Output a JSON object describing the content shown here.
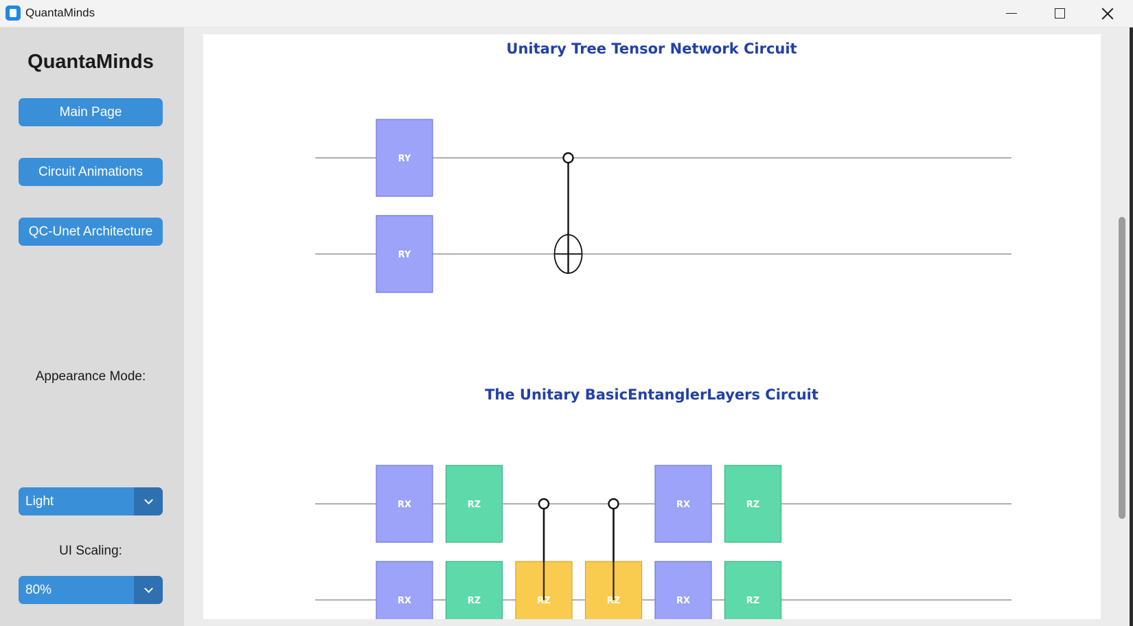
{
  "window": {
    "title": "QuantaMinds"
  },
  "sidebar": {
    "brand": "QuantaMinds",
    "nav": [
      {
        "label": "Main Page"
      },
      {
        "label": "Circuit Animations"
      },
      {
        "label": "QC-Unet Architecture"
      }
    ],
    "appearance_label": "Appearance Mode:",
    "appearance_value": "Light",
    "scaling_label": "UI Scaling:",
    "scaling_value": "80%"
  },
  "colors": {
    "title_blue": "#2140a8",
    "gate_rx_ry": "#9ca3f8",
    "gate_rz": "#5ed9aa",
    "gate_rz_controlled": "#f9cb4f",
    "button_blue": "#3a8fd9"
  },
  "circuits": [
    {
      "title": "Unitary Tree Tensor Network Circuit",
      "gates": [
        {
          "label": "RY",
          "wire": 0,
          "column": 0,
          "kind": "rot"
        },
        {
          "label": "RY",
          "wire": 1,
          "column": 0,
          "kind": "rot"
        }
      ],
      "controls": [
        {
          "column": 2.35,
          "control_wire": 0,
          "target_wire": 1,
          "target": "cnot"
        }
      ]
    },
    {
      "title": "The Unitary BasicEntanglerLayers Circuit",
      "gates": [
        {
          "label": "RX",
          "wire": 0,
          "column": 0,
          "kind": "rot"
        },
        {
          "label": "RZ",
          "wire": 0,
          "column": 1,
          "kind": "rz"
        },
        {
          "label": "RX",
          "wire": 1,
          "column": 0,
          "kind": "rot"
        },
        {
          "label": "RZ",
          "wire": 1,
          "column": 1,
          "kind": "rz"
        },
        {
          "label": "RZ",
          "wire": 1,
          "column": 2,
          "kind": "crz"
        },
        {
          "label": "RZ",
          "wire": 1,
          "column": 3,
          "kind": "crz"
        },
        {
          "label": "RX",
          "wire": 0,
          "column": 4,
          "kind": "rot"
        },
        {
          "label": "RZ",
          "wire": 0,
          "column": 5,
          "kind": "rz"
        },
        {
          "label": "RX",
          "wire": 1,
          "column": 4,
          "kind": "rot"
        },
        {
          "label": "RZ",
          "wire": 1,
          "column": 5,
          "kind": "rz"
        }
      ],
      "controls": [
        {
          "column": 2,
          "control_wire": 0,
          "target_wire": 1,
          "target": "gate"
        },
        {
          "column": 3,
          "control_wire": 0,
          "target_wire": 1,
          "target": "gate"
        }
      ]
    }
  ]
}
